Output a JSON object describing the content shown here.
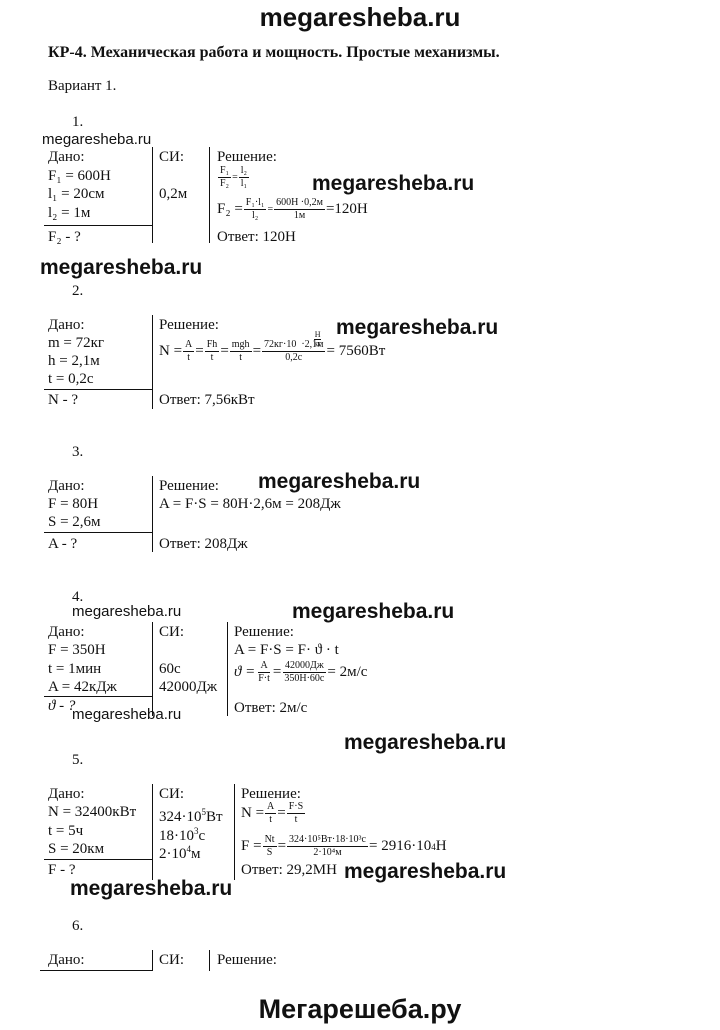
{
  "watermark": "megaresheba.ru",
  "footer": "Мегарешеба.ру",
  "title": "КР-4.  Механическая работа и мощность. Простые механизмы.",
  "variant": "Вариант 1.",
  "labels": {
    "given": "Дано:",
    "si": "СИ:",
    "solution": "Решение:"
  },
  "p1": {
    "num": "1.",
    "given": [
      "F₁ = 600Н",
      "l₁ = 20см",
      "l₂ = 1м"
    ],
    "find": "F₂ - ?",
    "si": [
      "0,2м"
    ],
    "f1": {
      "n1": "F₁",
      "d1": "F₂",
      "n2": "l₂",
      "d2": "l₁"
    },
    "f2": {
      "lhs": "F₂ =",
      "n1": "F₁·l₁",
      "d1": "l₂",
      "n2": "600Н ·0,2м",
      "d2": "1м",
      "res": "=120Н"
    },
    "answer": "Ответ: 120Н"
  },
  "p2": {
    "num": "2.",
    "given": [
      "m = 72кг",
      "h = 2,1м",
      "t = 0,2с"
    ],
    "find": "N - ?",
    "f": {
      "lhs": "N =",
      "n1": "A",
      "d1": "t",
      "n2": "Fh",
      "d2": "t",
      "n3": "mgh",
      "d3": "t",
      "n4": "72кг·10  ·2,1м",
      "nsup": "Н",
      "nsub": "кг",
      "d4": "0,2с",
      "res": "= 7560Вт"
    },
    "answer": "Ответ: 7,56кВт"
  },
  "p3": {
    "num": "3.",
    "given": [
      "F = 80Н",
      "S = 2,6м"
    ],
    "find": "A - ?",
    "f": "A = F·S = 80Н·2,6м = 208Дж",
    "answer": "Ответ: 208Дж"
  },
  "p4": {
    "num": "4.",
    "given": [
      "F = 350Н",
      "t = 1мин",
      "A = 42кДж"
    ],
    "find": "ϑ - ?",
    "si": [
      "60с",
      "42000Дж"
    ],
    "f1": "A = F·S = F· ϑ · t",
    "f2": {
      "lhs": "ϑ =",
      "n1": "A",
      "d1": "F·t",
      "n2": "42000Дж",
      "d2": "350Н·60с",
      "res": "= 2м/с"
    },
    "answer": "Ответ: 2м/с"
  },
  "p5": {
    "num": "5.",
    "given": [
      "N = 32400кВт",
      "t = 5ч",
      "S = 20км"
    ],
    "find": "F - ?",
    "si": [
      {
        "base": "324·10",
        "sup": "5",
        "unit": "Вт"
      },
      {
        "base": "18·10",
        "sup": "3",
        "unit": "с"
      },
      {
        "base": "2·10",
        "sup": "4",
        "unit": "м"
      }
    ],
    "f1": {
      "lhs": "N =",
      "n1": "A",
      "d1": "t",
      "n2": "F·S",
      "d2": "t"
    },
    "f2": {
      "lhs": "F =",
      "n1": "Nt",
      "d1": "S",
      "n2": "324·10⁵Вт·18·10³с",
      "d2": "2·10⁴м",
      "res": "= 2916·10",
      "sup": "4",
      "unit": "Н"
    },
    "answer": "Ответ: 29,2МН"
  },
  "p6": {
    "num": "6."
  }
}
